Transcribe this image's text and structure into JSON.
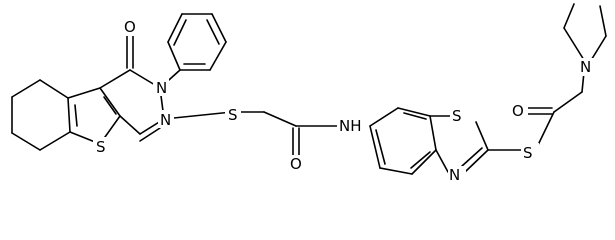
{
  "molecule": {
    "atoms": {
      "o_keto": "O",
      "n_pyr_3": "N",
      "n_pyr_1": "N",
      "s_thiophene": "S",
      "s_thioether_1": "S",
      "o_amide_1": "O",
      "nh_amide": "NH",
      "s_benzothiazole": "S",
      "n_benzothiazole": "N",
      "s_thioether_2": "S",
      "o_amide_2": "O",
      "n_diethyl": "N"
    },
    "colors": {
      "bond": "#000000",
      "label": "#000000",
      "background": "#ffffff"
    }
  }
}
